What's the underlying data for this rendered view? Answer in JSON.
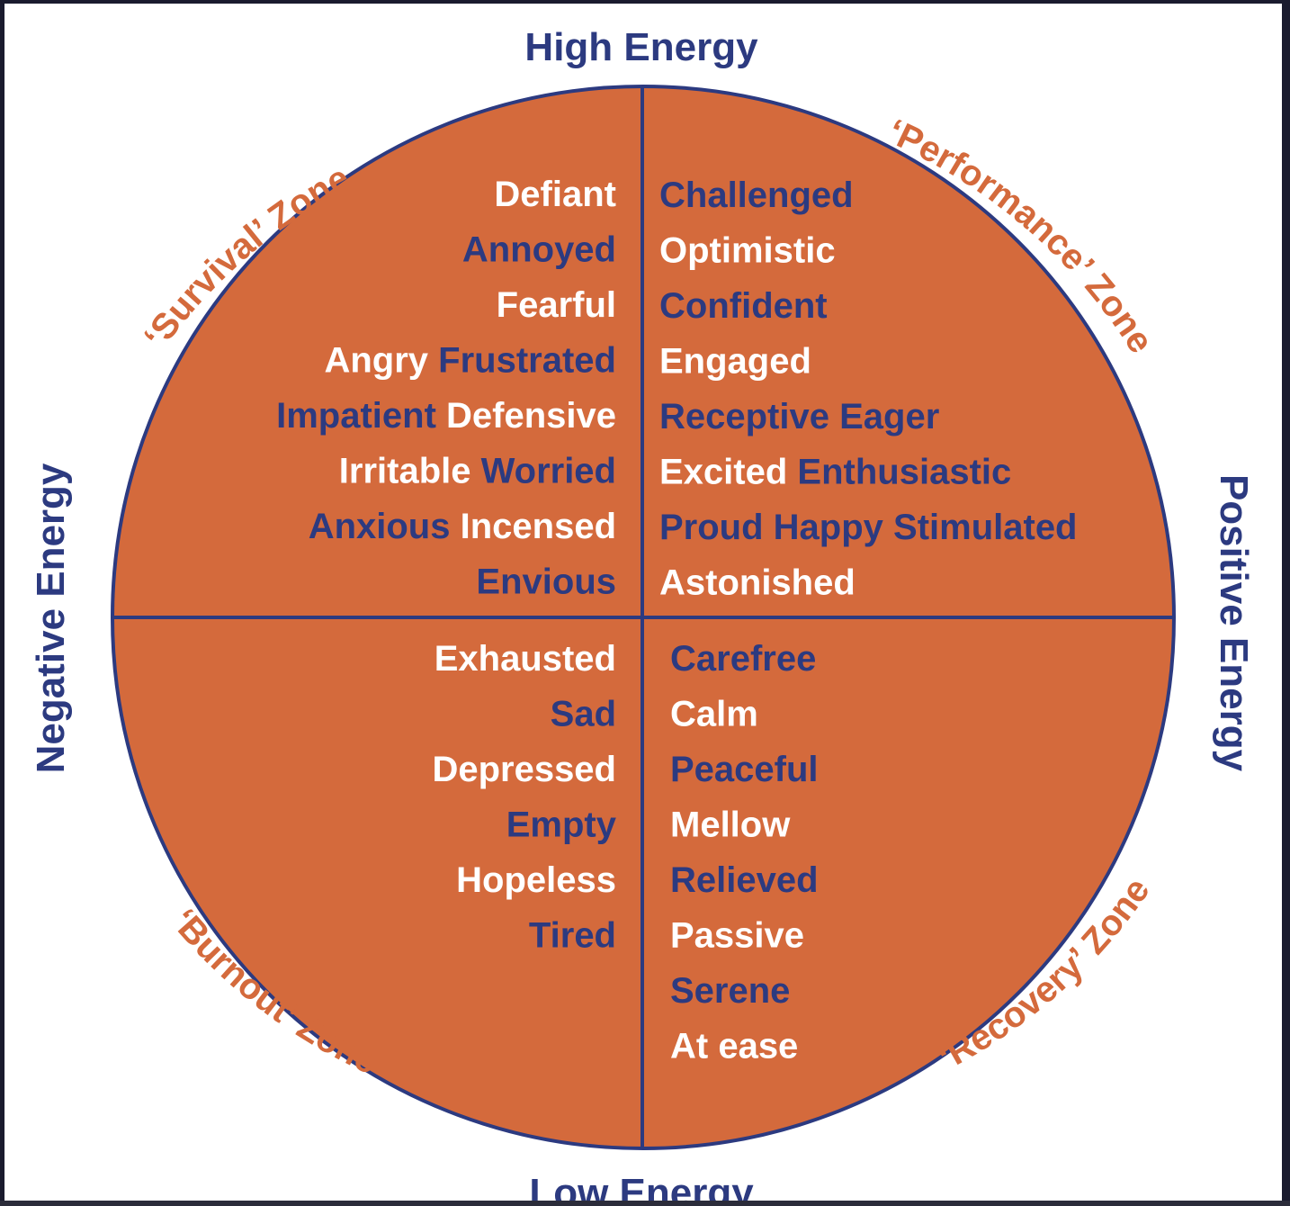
{
  "axes": {
    "top": "High Energy",
    "bottom": "Low Energy",
    "left": "Negative Energy",
    "right": "Positive Energy"
  },
  "zones": {
    "survival": "‘Survival’ Zone",
    "performance": "‘Performance’ Zone",
    "burnout": "‘Burnout’ Zone",
    "recovery": "‘Recovery’ Zone"
  },
  "colors": {
    "circle_fill": "#d46a3c",
    "navy": "#2c3a80",
    "white": "#ffffff",
    "zone_label": "#d46a3c"
  },
  "quadrants": {
    "top_left": [
      [
        {
          "t": "Defiant",
          "c": "white"
        }
      ],
      [
        {
          "t": "Annoyed",
          "c": "navy"
        }
      ],
      [
        {
          "t": "Fearful",
          "c": "white"
        }
      ],
      [
        {
          "t": "Angry",
          "c": "white"
        },
        {
          "t": "Frustrated",
          "c": "navy"
        }
      ],
      [
        {
          "t": "Impatient",
          "c": "navy"
        },
        {
          "t": "Defensive",
          "c": "white"
        }
      ],
      [
        {
          "t": "Irritable",
          "c": "white"
        },
        {
          "t": "Worried",
          "c": "navy"
        }
      ],
      [
        {
          "t": "Anxious",
          "c": "navy"
        },
        {
          "t": "Incensed",
          "c": "white"
        }
      ],
      [
        {
          "t": "Envious",
          "c": "navy"
        }
      ]
    ],
    "top_right": [
      [
        {
          "t": "Challenged",
          "c": "navy"
        }
      ],
      [
        {
          "t": "Optimistic",
          "c": "white"
        }
      ],
      [
        {
          "t": "Confident",
          "c": "navy"
        }
      ],
      [
        {
          "t": "Engaged",
          "c": "white"
        }
      ],
      [
        {
          "t": "Receptive",
          "c": "navy"
        },
        {
          "t": "Eager",
          "c": "navy"
        }
      ],
      [
        {
          "t": "Excited",
          "c": "white"
        },
        {
          "t": "Enthusiastic",
          "c": "navy"
        }
      ],
      [
        {
          "t": "Proud",
          "c": "navy"
        },
        {
          "t": "Happy",
          "c": "navy"
        },
        {
          "t": "Stimulated",
          "c": "navy"
        }
      ],
      [
        {
          "t": "Astonished",
          "c": "white"
        }
      ]
    ],
    "bottom_left": [
      [
        {
          "t": "Exhausted",
          "c": "white"
        }
      ],
      [
        {
          "t": "Sad",
          "c": "navy"
        }
      ],
      [
        {
          "t": "Depressed",
          "c": "white"
        }
      ],
      [
        {
          "t": "Empty",
          "c": "navy"
        }
      ],
      [
        {
          "t": "Hopeless",
          "c": "white"
        }
      ],
      [
        {
          "t": "Tired",
          "c": "navy"
        }
      ]
    ],
    "bottom_right": [
      [
        {
          "t": "Carefree",
          "c": "navy"
        }
      ],
      [
        {
          "t": "Calm",
          "c": "white"
        }
      ],
      [
        {
          "t": "Peaceful",
          "c": "navy"
        }
      ],
      [
        {
          "t": "Mellow",
          "c": "white"
        }
      ],
      [
        {
          "t": "Relieved",
          "c": "navy"
        }
      ],
      [
        {
          "t": "Passive",
          "c": "white"
        }
      ],
      [
        {
          "t": "Serene",
          "c": "navy"
        }
      ],
      [
        {
          "t": "At ease",
          "c": "white"
        }
      ]
    ]
  }
}
